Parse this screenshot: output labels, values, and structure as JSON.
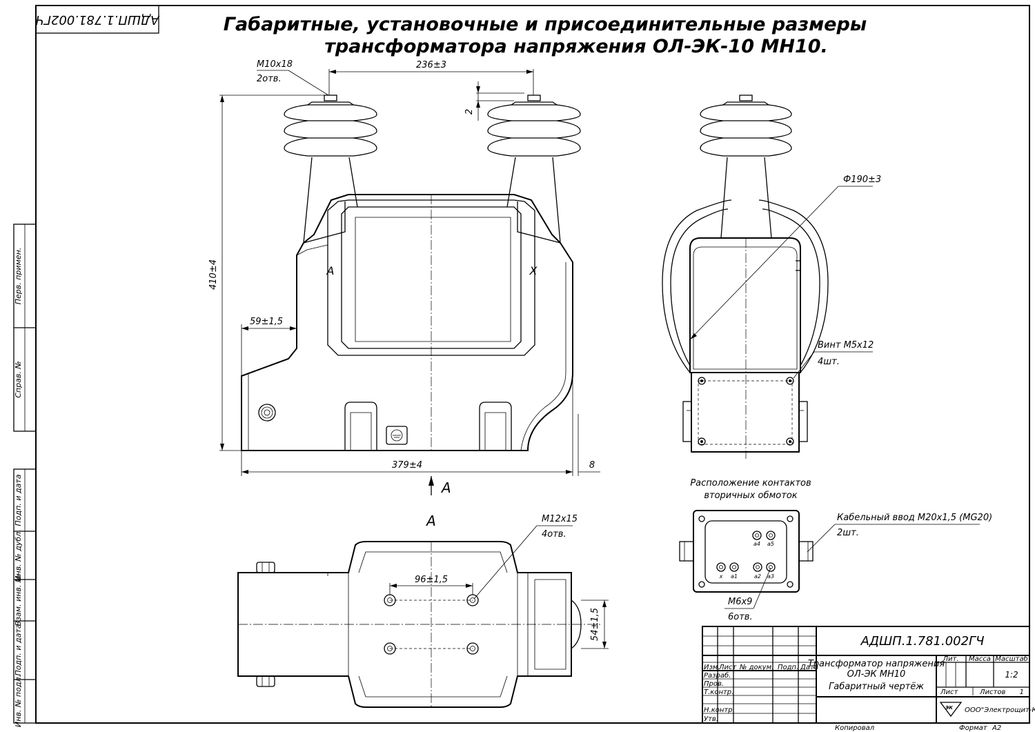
{
  "drawing": {
    "doc_code": "АДШП.1.781.002ГЧ",
    "doc_code_rotated": "АДШП.1.781.002ГЧ",
    "title_line1": "Габаритные, установочные и присоединительные размеры",
    "title_line2": "трансформатора напряжения ОЛ-ЭК-10 МН10.",
    "side_labels": [
      "Перв. примен.",
      "Справ. №",
      "Подп. и дата",
      "Инв. № дубл.",
      "Взам. инв. №",
      "Подп. и дата",
      "Инв. № подл."
    ]
  },
  "front_view": {
    "dim_thread": "М10х18",
    "dim_thread_qty": "2отв.",
    "dim_span": "236±3",
    "dim_gap": "2",
    "dim_height": "410±4",
    "dim_flange": "59±1,5",
    "dim_width": "379±4",
    "dim_offset": "8",
    "terminal_a": "А",
    "terminal_x": "Х",
    "view_arrow": "А"
  },
  "side_view": {
    "dim_diameter": "Ф190±3",
    "screw_label": "Винт М5х12",
    "screw_qty": "4шт."
  },
  "bottom_view": {
    "title": "А",
    "dim_thread": "М12х15",
    "dim_thread_qty": "4отв.",
    "dim_pitch": "96±1,5",
    "dim_depth": "54±1,5"
  },
  "contacts_view": {
    "title_line1": "Расположение контактов",
    "title_line2": "вторичных обмоток",
    "cable_label": "Кабельный ввод М20х1,5 (MG20)",
    "cable_qty": "2шт.",
    "screw_label": "М6х9",
    "screw_qty": "6отв.",
    "terminals_top": [
      "a4",
      "a5"
    ],
    "terminals_bottom": [
      "x",
      "a1",
      "a2",
      "a3"
    ]
  },
  "title_block": {
    "code": "АДШП.1.781.002ГЧ",
    "name_line1": "Трансформатор напряжения",
    "name_line2": "ОЛ-ЭК МН10",
    "name_line3": "Габаритный чертёж",
    "col_izm": "Изм.",
    "col_list": "Лист",
    "col_doc": "№ докум.",
    "col_sign": "Подп.",
    "col_date": "Дата",
    "row_razrab": "Разраб.",
    "row_prov": "Пров.",
    "row_tkontr": "Т.контр.",
    "row_nkontr": "Н.контр.",
    "row_utv": "Утв.",
    "lit": "Лит.",
    "mass": "Масса",
    "scale_label": "Масштаб",
    "scale": "1:2",
    "sheet": "Лист",
    "sheets": "Листов",
    "sheets_count": "1",
    "company": "ООО\"Электрощит-К\"",
    "copied": "Копировал",
    "format_label": "Формат",
    "format": "А2"
  }
}
